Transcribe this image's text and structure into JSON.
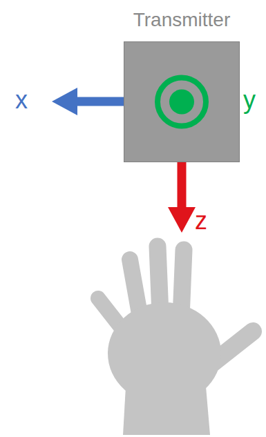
{
  "diagram": {
    "nodes": [
      {
        "text": [
          "Transmitter"
        ]
      }
    ],
    "labels": [
      "x",
      "y",
      "z"
    ]
  }
}
